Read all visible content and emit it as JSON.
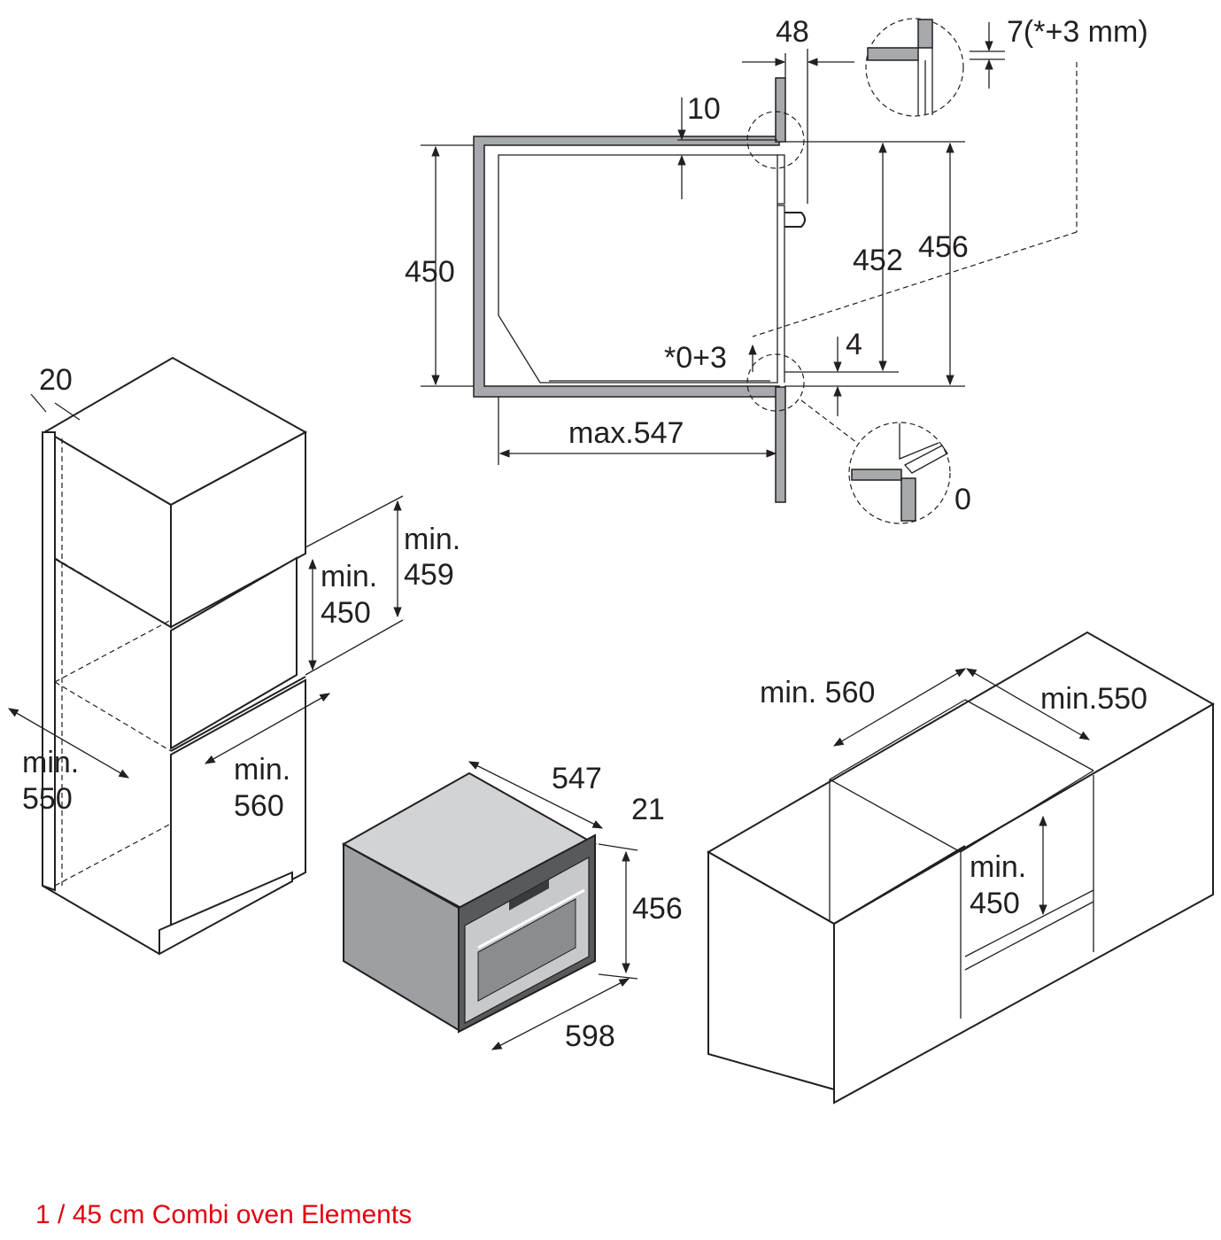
{
  "colors": {
    "line": "#231f20",
    "wall_fill": "#a7a9ac",
    "oven_side": "#9d9fa2",
    "oven_top": "#d1d3d4",
    "caption": "#e3000f"
  },
  "section": {
    "d48": "48",
    "d7": "7(*+3 mm)",
    "d10": "10",
    "d450": "450",
    "d452": "452",
    "d456": "456",
    "d03": "*0+3",
    "d4": "4",
    "dmax547": "max.547",
    "d0": "0"
  },
  "tall_cabinet": {
    "d20": "20",
    "min459_a": "min.",
    "min459_b": "459",
    "min450_a": "min.",
    "min450_b": "450",
    "min550_a": "min.",
    "min550_b": "550",
    "min560_a": "min.",
    "min560_b": "560"
  },
  "oven": {
    "d547": "547",
    "d21": "21",
    "d456": "456",
    "d598": "598"
  },
  "base_cabinet": {
    "min560": "min. 560",
    "min550": "min.550",
    "min450_a": "min.",
    "min450_b": "450"
  },
  "caption": "1 / 45 cm Combi oven Elements"
}
